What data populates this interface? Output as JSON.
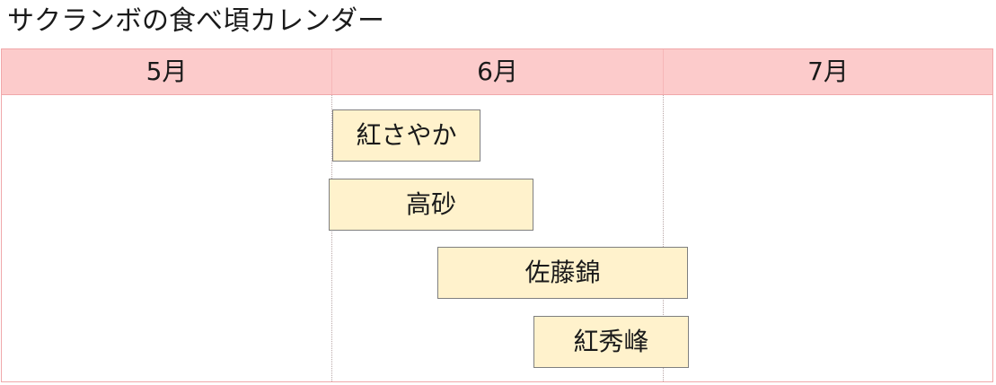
{
  "title": "サクランボの食べ頃カレンダー",
  "chart_data": {
    "type": "gantt",
    "title": "サクランボの食べ頃カレンダー",
    "months": [
      "5月",
      "6月",
      "7月"
    ],
    "bars": [
      {
        "label": "紅さやか",
        "start": 1.0,
        "end": 1.45
      },
      {
        "label": "高砂",
        "start": 0.99,
        "end": 1.61
      },
      {
        "label": "佐藤錦",
        "start": 1.32,
        "end": 2.08
      },
      {
        "label": "紅秀峰",
        "start": 1.61,
        "end": 2.08
      }
    ]
  },
  "colors": {
    "header_background": "#fccbcb",
    "bar_fill": "#fff2cc",
    "bar_border": "#7f7f7f",
    "grid_border": "#f0a8aa"
  }
}
